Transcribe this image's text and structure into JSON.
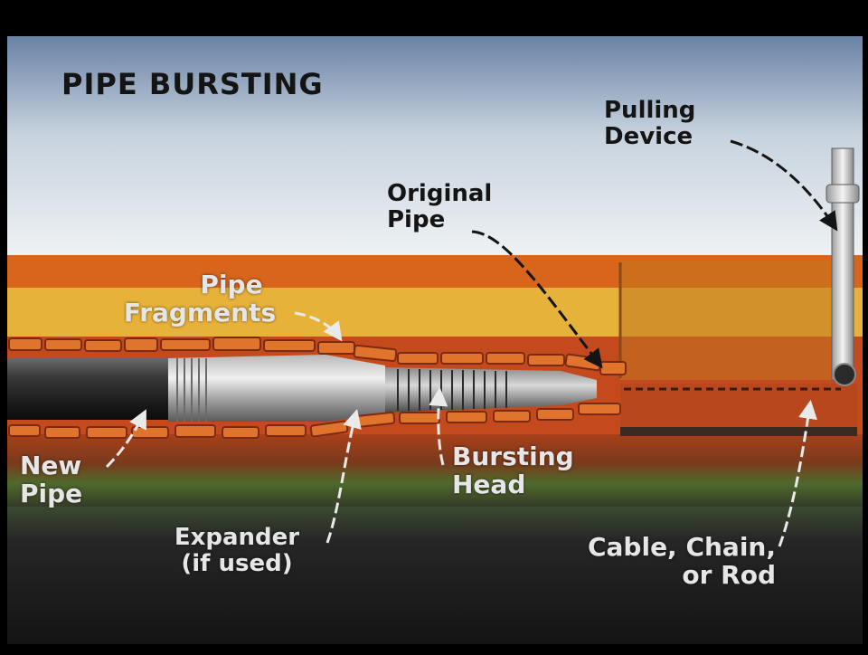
{
  "title": "PIPE BURSTING",
  "labels": {
    "pulling_device": [
      "Pulling",
      "Device"
    ],
    "original_pipe": [
      "Original",
      "Pipe"
    ],
    "pipe_fragments": [
      "Pipe",
      "Fragments"
    ],
    "new_pipe": [
      "New",
      "Pipe"
    ],
    "bursting_head": [
      "Bursting",
      "Head"
    ],
    "expander": [
      "Expander",
      "(if used)"
    ],
    "cable": [
      "Cable, Chain,",
      "or Rod"
    ]
  },
  "colors": {
    "sky_top": "#6f86a8",
    "sky_bottom": "#e9eef2",
    "soil_orange": "#d9651c",
    "soil_yellow": "#e7b23a",
    "soil_deep": "#b6411c",
    "grass_green": "#4f6a2c",
    "dark_ground": "#262626",
    "fragment": "#e0742c",
    "label_dark": "#141414",
    "label_light": "#e6e6e6"
  }
}
